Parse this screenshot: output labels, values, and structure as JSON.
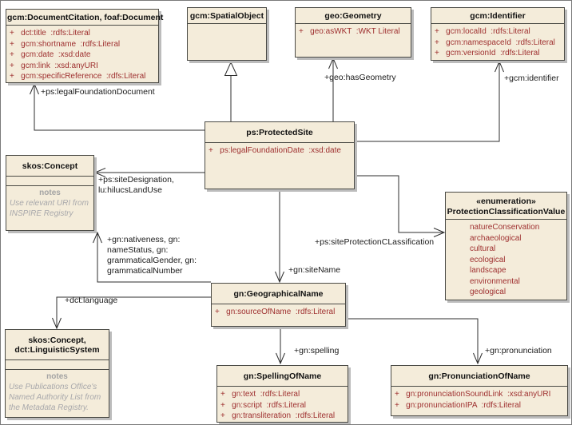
{
  "colors": {
    "box_fill": "#f4ecda",
    "box_border": "#4a4a45",
    "attribute_text": "#9e2f2f",
    "note_text": "#a8a8ab",
    "connector": "#2e2e2e",
    "shadow": "#bcbcbc"
  },
  "classes": [
    {
      "title": "gcm:DocumentCitation, foaf:Document",
      "attributes": [
        "+   dct:title  :rdfs:Literal",
        "+   gcm:shortname  :rdfs:Literal",
        "+   gcm:date  :xsd:date",
        "+   gcm:link  :xsd:anyURI",
        "+   gcm:specificReference  :rdfs:Literal"
      ]
    },
    {
      "title": "gcm:SpatialObject",
      "attributes": []
    },
    {
      "title": "geo:Geometry",
      "attributes": [
        "+   geo:asWKT  :WKT Literal"
      ]
    },
    {
      "title": "gcm:Identifier",
      "attributes": [
        "+   gcm:localId  :rdfs:Literal",
        "+   gcm:namespaceId  :rdfs:Literal",
        "+   gcm:versionId  :rdfs:Literal"
      ]
    },
    {
      "title": "ps:ProtectedSite",
      "attributes": [
        "+   ps:legalFoundationDate  :xsd:date"
      ]
    },
    {
      "title": "skos:Concept",
      "notes_label": "notes",
      "notes_text": "Use relevant URI from INSPIRE Registry"
    },
    {
      "stereotype": "«enumeration»",
      "title": "ProtectionClassificationValue",
      "values": [
        "natureConservation",
        "archaeological",
        "cultural",
        "ecological",
        "landscape",
        "environmental",
        "geological"
      ]
    },
    {
      "title": "gn:GeographicalName",
      "attributes": [
        "+   gn:sourceOfName  :rdfs:Literal"
      ]
    },
    {
      "title": "skos:Concept, dct:LinguisticSystem",
      "notes_label": "notes",
      "notes_text": "Use Publications Office's Named Authority List from the Metadata Registry."
    },
    {
      "title": "gn:SpellingOfName",
      "attributes": [
        "+   gn:text  :rdfs:Literal",
        "+   gn:script  :rdfs:Literal",
        "+   gn:transliteration  :rdfs:Literal"
      ]
    },
    {
      "title": "gn:PronunciationOfName",
      "attributes": [
        "+   gn:pronunciationSoundLink  :xsd:anyURI",
        "+   gn:pronunciationIPA  :rdfs:Literal"
      ]
    }
  ],
  "connector_labels": [
    {
      "text": "+ps:legalFoundationDocument"
    },
    {
      "text": "+geo:hasGeometry"
    },
    {
      "text": "+gcm:identifier"
    },
    {
      "text": "+ps:siteDesignation,\nlu:hilucsLandUse"
    },
    {
      "text": "+gn:nativeness, gn:\nnameStatus, gn:\ngrammaticalGender, gn:\ngrammaticalNumber"
    },
    {
      "text": "+ps:siteProtectionCLassification"
    },
    {
      "text": "+gn:siteName"
    },
    {
      "text": "+dct:language"
    },
    {
      "text": "+gn:spelling"
    },
    {
      "text": "+gn:pronunciation"
    }
  ]
}
